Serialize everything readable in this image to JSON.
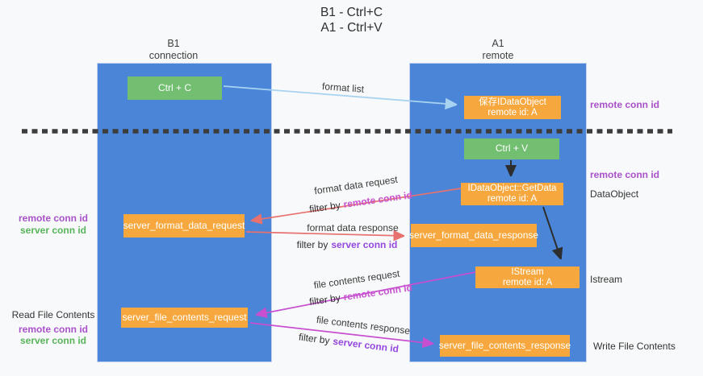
{
  "title": {
    "line1": "B1 - Ctrl+C",
    "line2": "A1 - Ctrl+V"
  },
  "lifelines": {
    "b1": {
      "name": "B1",
      "role": "connection"
    },
    "a1": {
      "name": "A1",
      "role": "remote"
    }
  },
  "boxes": {
    "ctrl_c": {
      "label": "Ctrl + C"
    },
    "save_dataobject": {
      "line1": "保存IDataObject",
      "line2": "remote id: A"
    },
    "ctrl_v": {
      "label": "Ctrl + V"
    },
    "getdata": {
      "line1": "IDataObject::GetData",
      "line2": "remote id: A"
    },
    "format_request": {
      "label": "server_format_data_request"
    },
    "format_response": {
      "label": "server_format_data_response"
    },
    "istream": {
      "line1": "IStream",
      "line2": "remote id: A"
    },
    "file_request": {
      "label": "server_file_contents_request"
    },
    "file_response": {
      "label": "server_file_contents_response"
    }
  },
  "arrows": {
    "format_list": {
      "label": "format list"
    },
    "format_data_request": {
      "label": "format data request",
      "filter_prefix": "filter by",
      "filter_key": "remote conn id"
    },
    "format_data_response": {
      "label": "format data response",
      "filter_prefix": "filter by",
      "filter_key": "server conn id"
    },
    "file_contents_request": {
      "label": "file contents request",
      "filter_prefix": "filter by",
      "filter_key": "remote conn id"
    },
    "file_contents_response": {
      "label": "file contents response",
      "filter_prefix": "filter by",
      "filter_key": "server conn id"
    }
  },
  "left_margin": {
    "labels": [
      {
        "text": "remote conn id",
        "color": "purple"
      },
      {
        "text": "server conn id",
        "color": "green"
      },
      {
        "text": "Read File Contents",
        "color": "black"
      },
      {
        "text": "remote conn id",
        "color": "purple"
      },
      {
        "text": "server conn id",
        "color": "green"
      }
    ]
  },
  "right_margin": {
    "labels": [
      {
        "text": "remote conn id",
        "color": "purple"
      },
      {
        "text": "remote conn id",
        "color": "purple"
      },
      {
        "text": "DataObject",
        "color": "black"
      },
      {
        "text": "Istream",
        "color": "black"
      },
      {
        "text": "Write File Contents",
        "color": "black"
      }
    ]
  },
  "colors": {
    "lifeline_blue": "#4a85d8",
    "action_green": "#72bf71",
    "message_orange": "#f6a83f",
    "arrow_lightblue": "#a8d3f0",
    "arrow_red": "#e7716f",
    "arrow_magenta": "#c74fd0",
    "arrow_black": "#2e2e2e",
    "remote_conn_purple": "#a951c9",
    "server_conn_green": "#58b55a",
    "filter_remote_magenta": "#c653cf",
    "filter_server_violet": "#9448e0",
    "divider_dash": "#3d3d3d"
  }
}
